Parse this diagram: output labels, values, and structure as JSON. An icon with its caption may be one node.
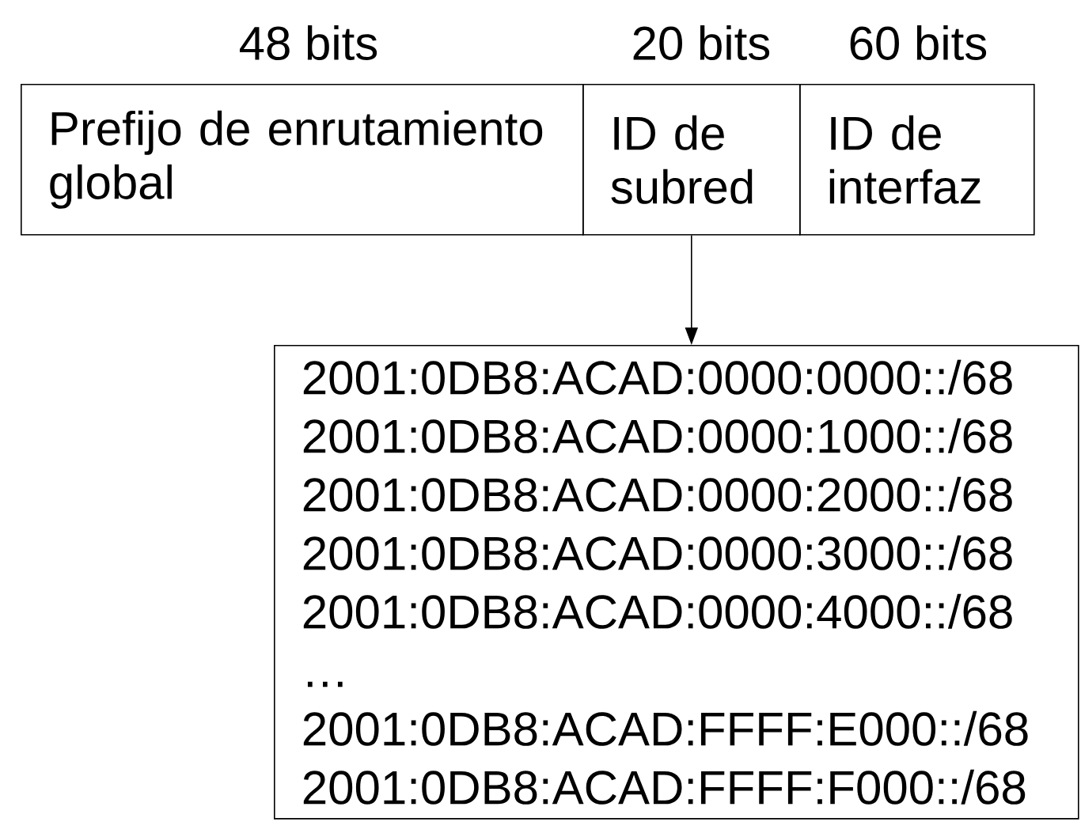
{
  "diagram": {
    "nodes": [
      {
        "text": [
          "Prefijo de enrutamiento global"
        ]
      },
      {
        "text": [
          "ID de subred"
        ]
      },
      {
        "text": [
          "ID de interfaz"
        ]
      },
      {
        "text": [
          "2001:0DB8:ACAD:0000:0000::/68",
          "2001:0DB8:ACAD:0000:1000::/68",
          "2001:0DB8:ACAD:0000:2000::/68",
          "2001:0DB8:ACAD:0000:3000::/68",
          "2001:0DB8:ACAD:0000:4000::/68",
          "…",
          "2001:0DB8:ACAD:FFFF:E000::/68",
          "2001:0DB8:ACAD:FFFF:F000::/68"
        ]
      }
    ],
    "edges": [
      {
        "from": 1,
        "to": 3,
        "arrow": "to"
      }
    ],
    "labels": [
      "48 bits",
      "20 bits",
      "60 bits"
    ]
  }
}
